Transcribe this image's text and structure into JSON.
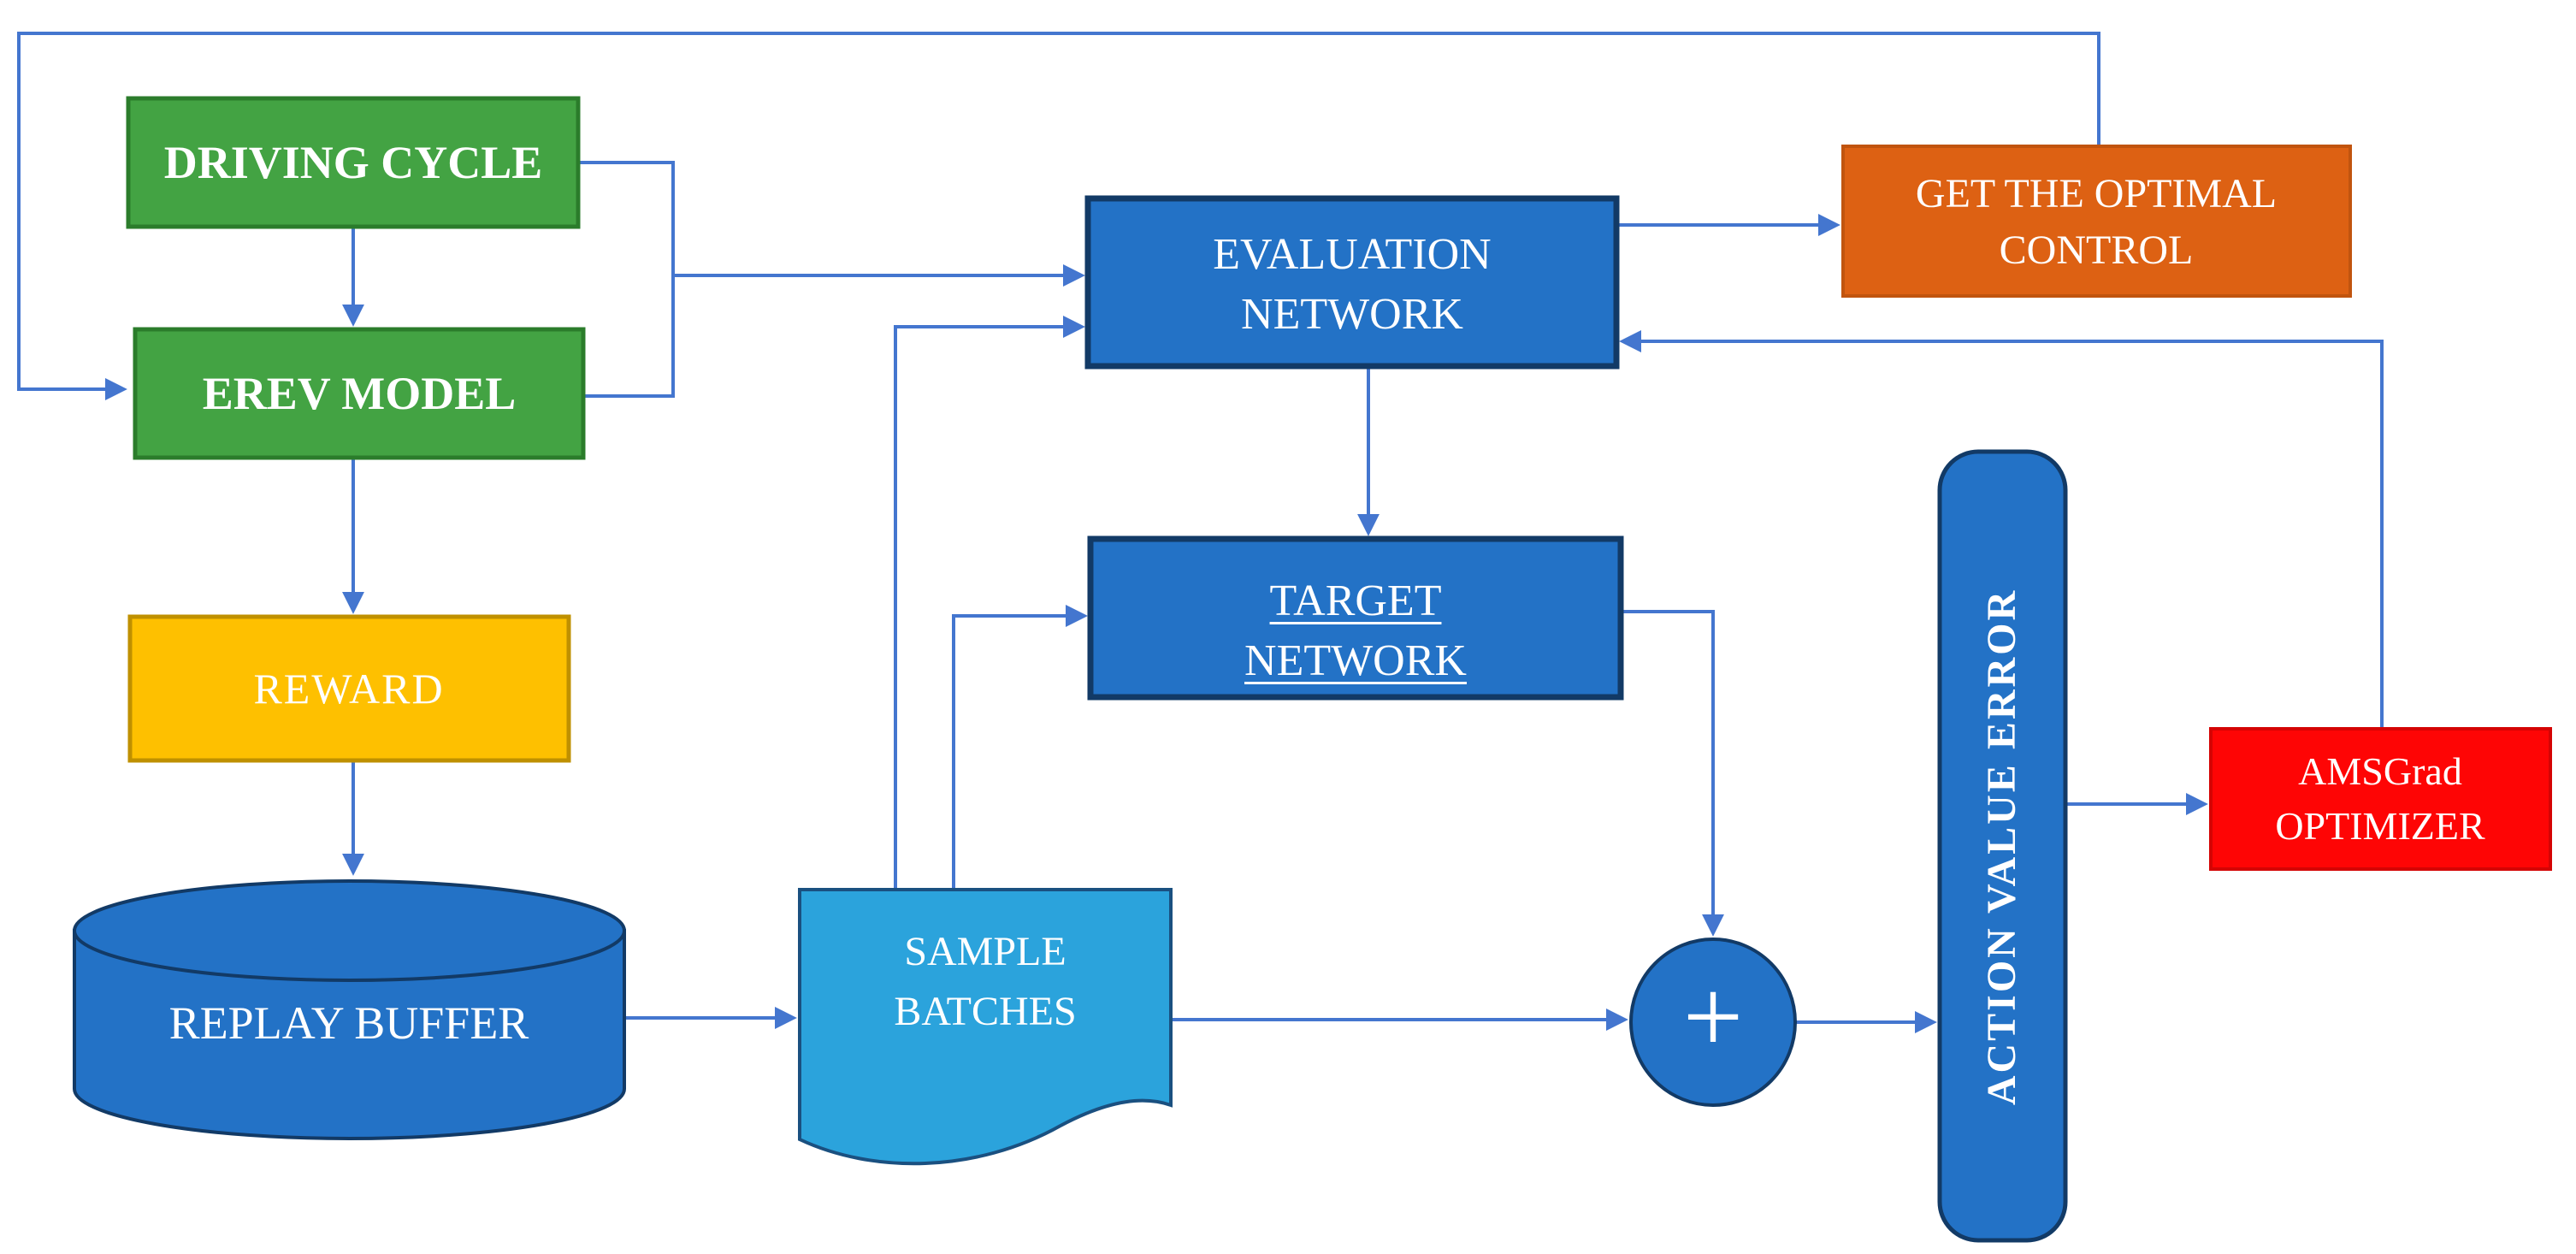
{
  "diagram_type": "flowchart",
  "colors": {
    "connector": "#4476cf",
    "green_fill": "#43a343",
    "green_border": "#2b7c2b",
    "yellow_fill": "#fec000",
    "yellow_border": "#bf9000",
    "blue_fill": "#2372c6",
    "blue_border": "#123a66",
    "cyan_fill": "#2ba3dc",
    "cyan_border": "#1a5080",
    "orange_fill": "#dd6113",
    "orange_border": "#c1540e",
    "red_fill": "#fe0505",
    "red_border": "#d40404",
    "label_text": "#ffffff"
  },
  "nodes": {
    "driving_cycle": {
      "label": "DRIVING CYCLE",
      "shape": "rectangle",
      "color_key": "green"
    },
    "erev_model": {
      "label": "EREV MODEL",
      "shape": "rectangle",
      "color_key": "green"
    },
    "reward": {
      "label": "REWARD",
      "shape": "rectangle",
      "color_key": "yellow"
    },
    "replay_buffer": {
      "label": "REPLAY BUFFER",
      "shape": "cylinder",
      "color_key": "blue"
    },
    "sample_batches": {
      "line1": "SAMPLE",
      "line2": "BATCHES",
      "shape": "document",
      "color_key": "cyan"
    },
    "evaluation_network": {
      "line1": "EVALUATION",
      "line2": "NETWORK",
      "shape": "rectangle",
      "color_key": "blue"
    },
    "target_network": {
      "line1": "TARGET",
      "line2": "NETWORK",
      "shape": "rectangle",
      "color_key": "blue"
    },
    "get_optimal_control": {
      "line1": "GET THE OPTIMAL",
      "line2": "CONTROL",
      "shape": "rectangle",
      "color_key": "orange"
    },
    "action_value_error": {
      "label": "ACTION VALUE ERROR",
      "shape": "rounded-vertical-bar",
      "color_key": "blue"
    },
    "amsgrad_optimizer": {
      "line1": "AMSGrad",
      "line2": "OPTIMIZER",
      "shape": "rectangle",
      "color_key": "red"
    },
    "sum_junction": {
      "label": "+",
      "shape": "circle",
      "color_key": "blue"
    }
  },
  "edges": [
    {
      "from": "driving_cycle",
      "to": "erev_model"
    },
    {
      "from": "erev_model",
      "to": "reward"
    },
    {
      "from": "reward",
      "to": "replay_buffer"
    },
    {
      "from": "replay_buffer",
      "to": "sample_batches"
    },
    {
      "from": "driving_cycle+erev_model",
      "to": "evaluation_network"
    },
    {
      "from": "sample_batches",
      "to": "evaluation_network"
    },
    {
      "from": "sample_batches",
      "to": "target_network"
    },
    {
      "from": "evaluation_network",
      "to": "target_network"
    },
    {
      "from": "evaluation_network",
      "to": "get_optimal_control"
    },
    {
      "from": "get_optimal_control",
      "to": "erev_model"
    },
    {
      "from": "target_network",
      "to": "sum_junction"
    },
    {
      "from": "sample_batches",
      "to": "sum_junction"
    },
    {
      "from": "sum_junction",
      "to": "action_value_error"
    },
    {
      "from": "action_value_error",
      "to": "amsgrad_optimizer"
    },
    {
      "from": "amsgrad_optimizer",
      "to": "evaluation_network"
    }
  ]
}
